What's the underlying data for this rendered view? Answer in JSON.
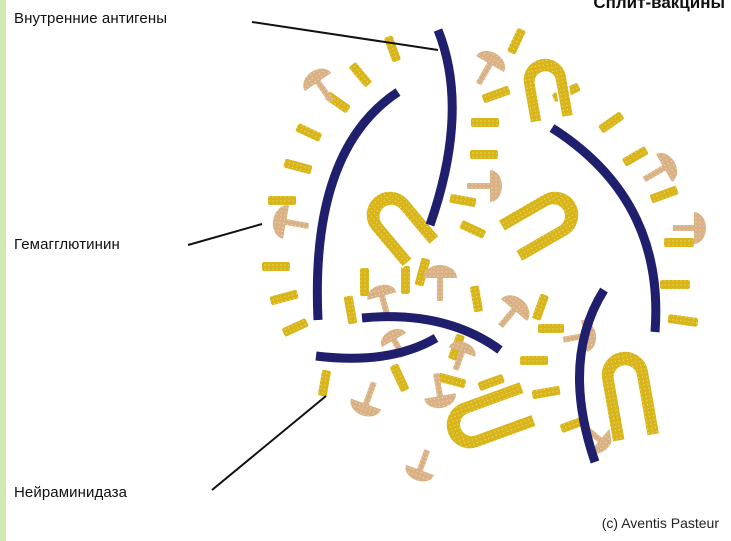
{
  "title": "Сплит-вакцины",
  "labels": {
    "internal_antigens": "Внутренние антигены",
    "hemagglutinin": "Гемагглютинин",
    "neuraminidase": "Нейраминидаза"
  },
  "copyright": "(c) Aventis Pasteur",
  "colors": {
    "membrane": "#1f1f6e",
    "spike_yellow": "#d8b51a",
    "hemagglutinin": "#d9b184",
    "leader_line": "#111111",
    "accent_stripe": "#cfe9b0"
  }
}
